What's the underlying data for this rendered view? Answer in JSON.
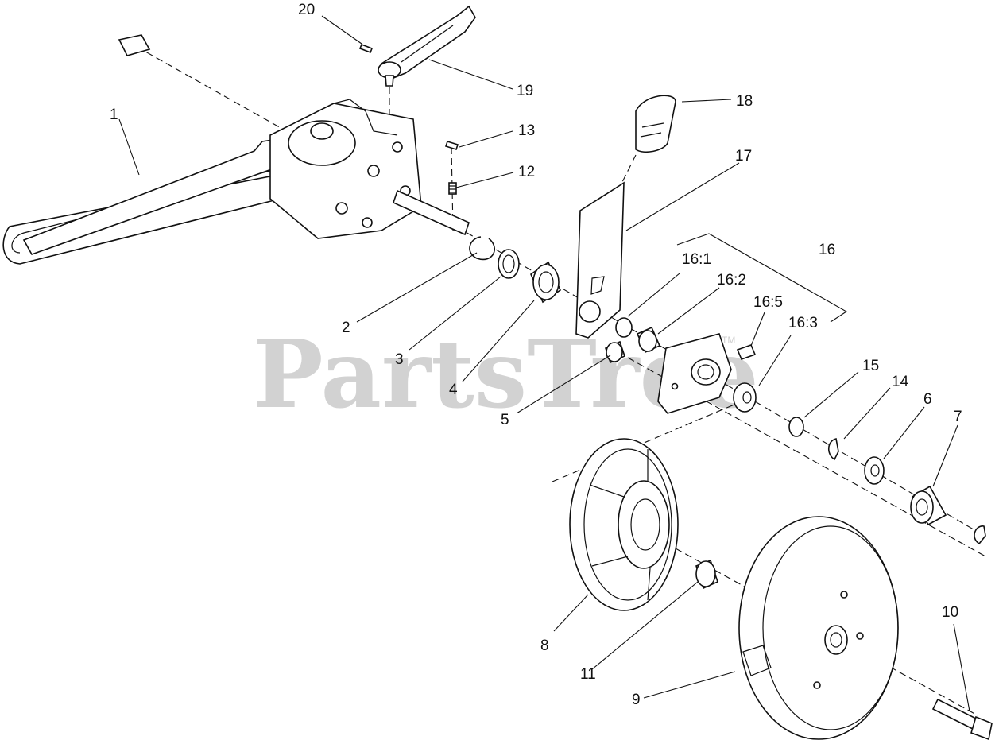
{
  "watermark": {
    "text": "PartsTree",
    "tm": "TM"
  },
  "callouts": {
    "c1": "1",
    "c2": "2",
    "c3": "3",
    "c4": "4",
    "c5": "5",
    "c6": "6",
    "c7": "7",
    "c8": "8",
    "c9": "9",
    "c10": "10",
    "c11": "11",
    "c12": "12",
    "c13": "13",
    "c14": "14",
    "c15": "15",
    "c16": "16",
    "c16_1": "16:1",
    "c16_2": "16:2",
    "c16_3": "16:3",
    "c16_5": "16:5",
    "c17": "17",
    "c18": "18",
    "c19": "19",
    "c20": "20"
  }
}
